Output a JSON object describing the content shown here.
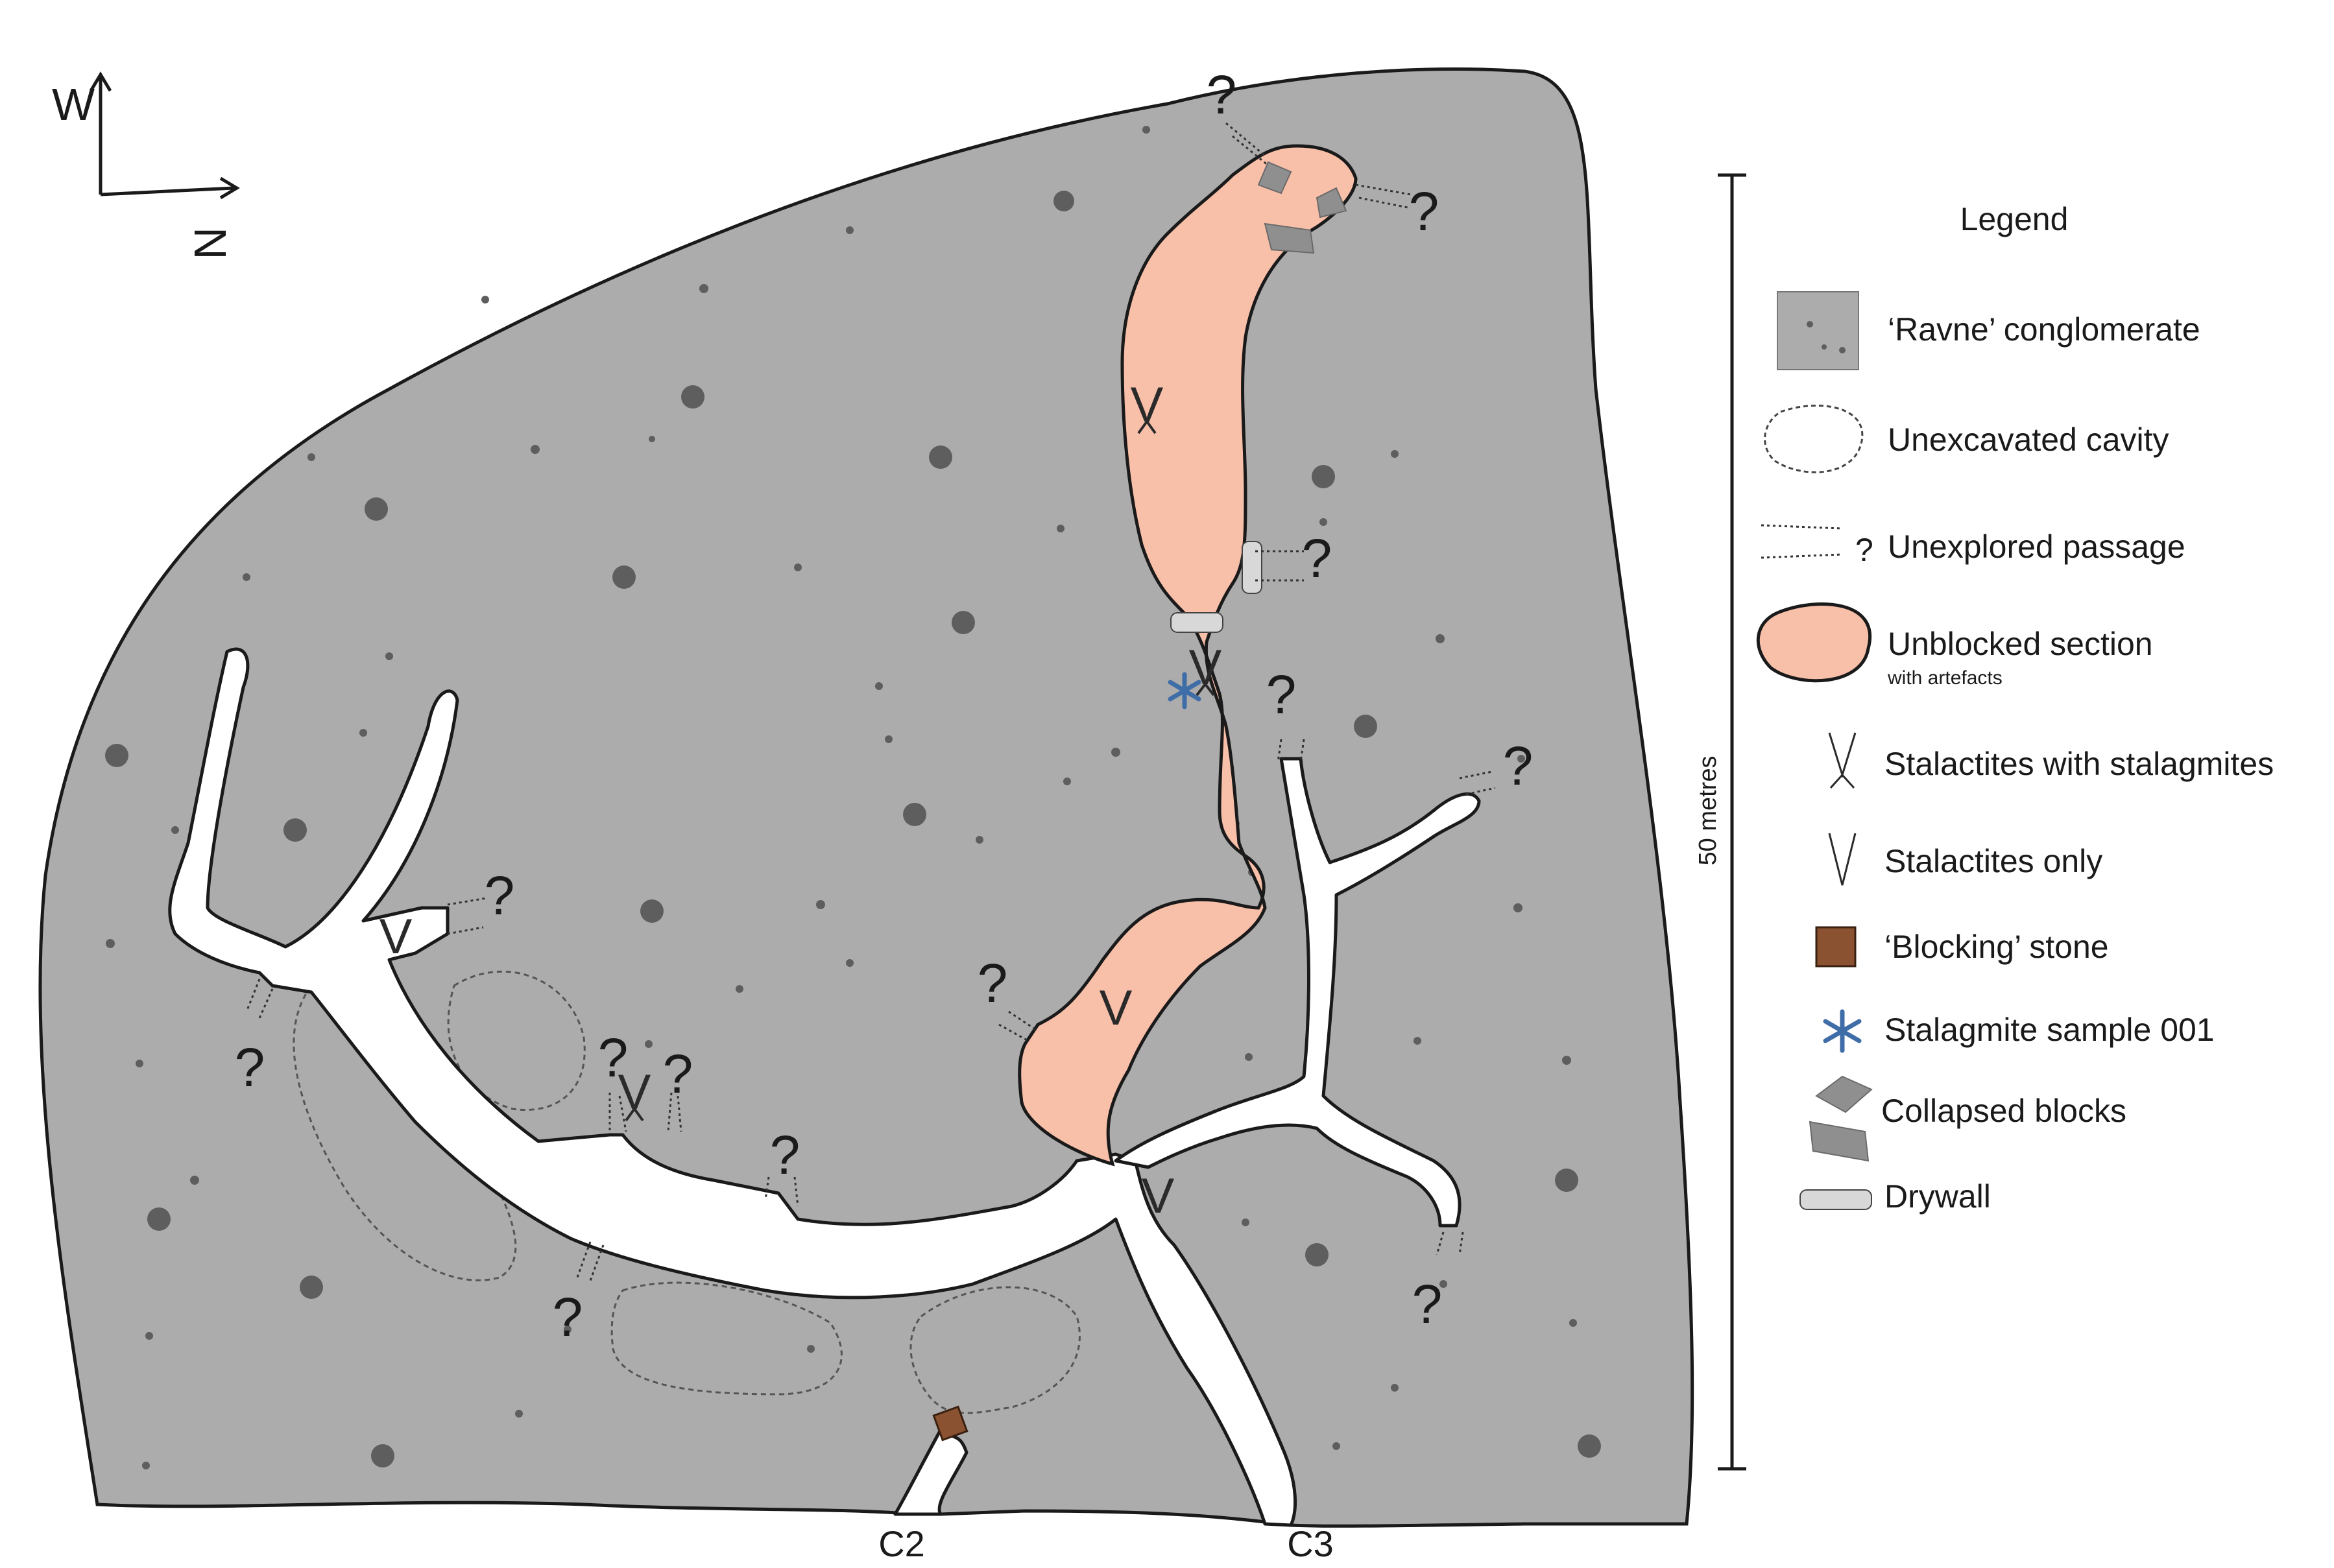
{
  "compass": {
    "w_label": "W",
    "n_label": "N"
  },
  "entrances": {
    "c2": "C2",
    "c3": "C3"
  },
  "unknown_marker": "?",
  "stalactite_marker": "V",
  "scale": {
    "label": "50 metres"
  },
  "legend": {
    "title": "Legend",
    "items": [
      {
        "icon": "conglomerate-swatch-icon",
        "label": "‘Ravne’ conglomerate"
      },
      {
        "icon": "dashed-outline-icon",
        "label": "Unexcavated cavity"
      },
      {
        "icon": "dotted-lines-question-icon",
        "label": "Unexplored passage"
      },
      {
        "icon": "salmon-blob-icon",
        "label": "Unblocked section",
        "sublabel": "with artefacts"
      },
      {
        "icon": "stalactite-stalagmite-icon",
        "label": "Stalactites with stalagmites"
      },
      {
        "icon": "stalactite-icon",
        "label": "Stalactites only"
      },
      {
        "icon": "brown-square-icon",
        "label": "‘Blocking’ stone"
      },
      {
        "icon": "blue-asterisk-icon",
        "label": "Stalagmite sample 001"
      },
      {
        "icon": "collapsed-blocks-icon",
        "label": "Collapsed blocks"
      },
      {
        "icon": "drywall-icon",
        "label": "Drywall"
      }
    ]
  },
  "colors": {
    "rock": "#acacac",
    "unblocked": "#f8bfa9",
    "passage": "#ffffff",
    "pebble": "#5e5e5e",
    "blocking_stone": "#8a5230",
    "sample": "#3f6da8",
    "outline": "#1a1a1a"
  }
}
